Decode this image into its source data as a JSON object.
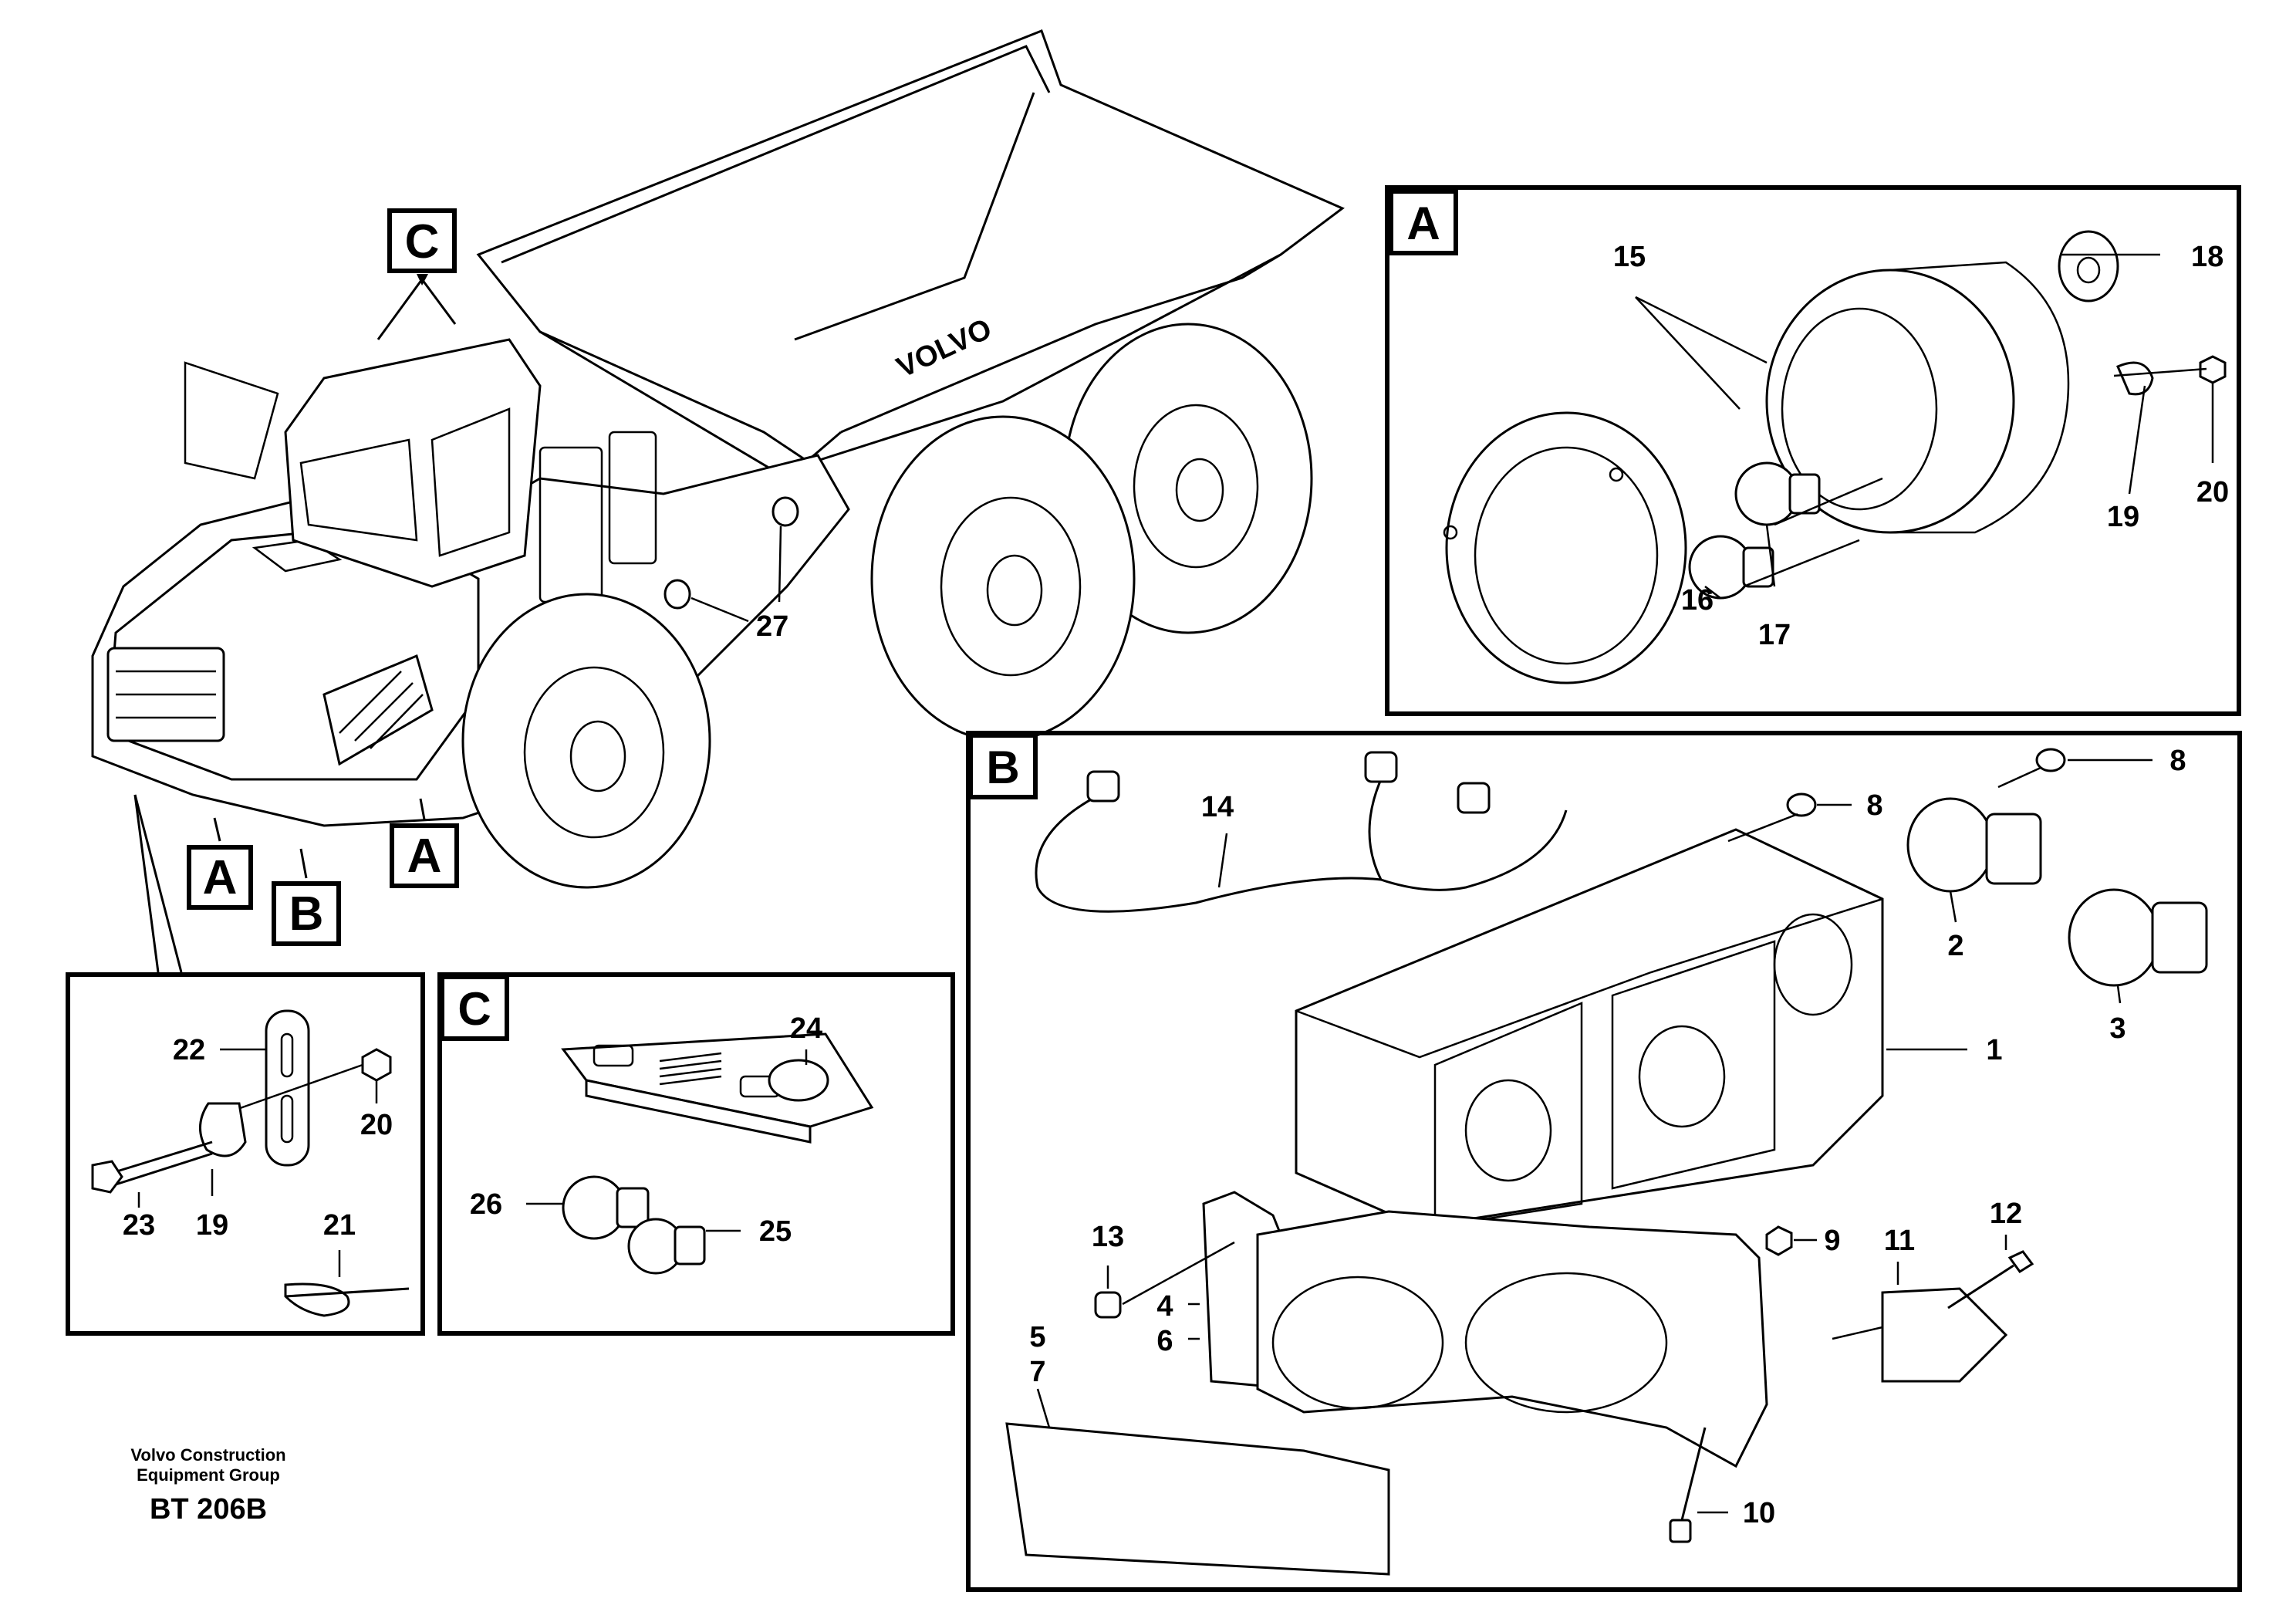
{
  "callouts": {
    "truck_C": "C",
    "truck_A_left": "A",
    "truck_B": "B",
    "truck_A_right": "A"
  },
  "panels": {
    "A": {
      "letter": "A"
    },
    "B": {
      "letter": "B"
    },
    "C": {
      "letter": "C"
    }
  },
  "labels": {
    "p1": "1",
    "p2": "2",
    "p3": "3",
    "p4": "4",
    "p5": "5",
    "p6": "6",
    "p7": "7",
    "p8a": "8",
    "p8b": "8",
    "p9": "9",
    "p10": "10",
    "p11": "11",
    "p12": "12",
    "p13": "13",
    "p14": "14",
    "p15": "15",
    "p16": "16",
    "p17": "17",
    "p18": "18",
    "p19a": "19",
    "p19b": "19",
    "p20a": "20",
    "p20b": "20",
    "p21": "21",
    "p22": "22",
    "p23": "23",
    "p24": "24",
    "p25": "25",
    "p26": "26",
    "p27": "27"
  },
  "truck_brand": "VOLVO",
  "footer": {
    "company_line1": "Volvo Construction",
    "company_line2": "Equipment Group",
    "code": "BT 206B"
  }
}
